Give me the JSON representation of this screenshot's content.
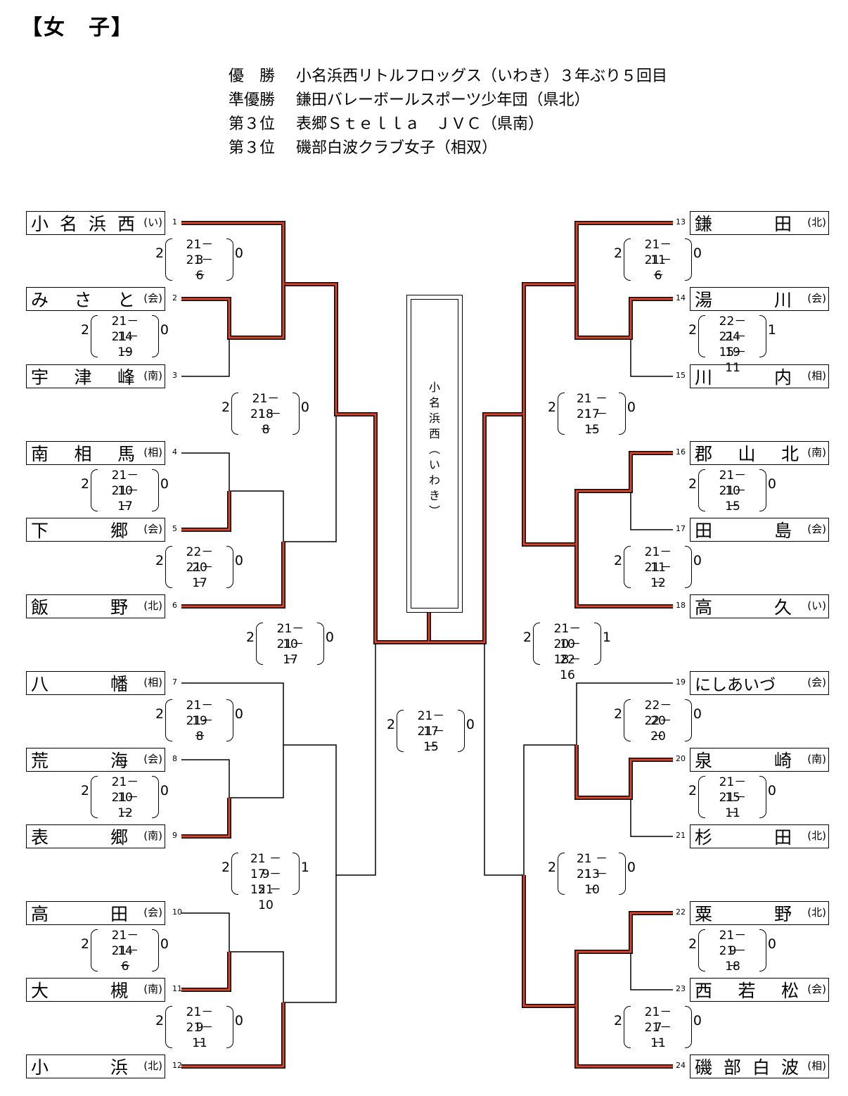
{
  "title": "【女　子】",
  "results": [
    {
      "label": "優　勝",
      "text": "小名浜西リトルフロッグス（いわき）３年ぶり５回目"
    },
    {
      "label": "準優勝",
      "text": "鎌田バレーボールスポーツ少年団（県北）"
    },
    {
      "label": "第３位",
      "text": "表郷Ｓｔｅｌｌａ　ＪＶＣ（県南）"
    },
    {
      "label": "第３位",
      "text": "磯部白波クラブ女子（相双）"
    }
  ],
  "champion": "小名浜西（いわき）",
  "teams": [
    {
      "num": "1",
      "name": "小名浜西",
      "region": "(い)"
    },
    {
      "num": "2",
      "name": "みさと",
      "region": "(会)"
    },
    {
      "num": "3",
      "name": "宇津峰",
      "region": "(南)"
    },
    {
      "num": "4",
      "name": "南相馬",
      "region": "(相)"
    },
    {
      "num": "5",
      "name": "下郷",
      "region": "(会)"
    },
    {
      "num": "6",
      "name": "飯野",
      "region": "(北)"
    },
    {
      "num": "7",
      "name": "八幡",
      "region": "(相)"
    },
    {
      "num": "8",
      "name": "荒海",
      "region": "(会)"
    },
    {
      "num": "9",
      "name": "表郷",
      "region": "(南)"
    },
    {
      "num": "10",
      "name": "高田",
      "region": "(会)"
    },
    {
      "num": "11",
      "name": "大槻",
      "region": "(南)"
    },
    {
      "num": "12",
      "name": "小浜",
      "region": "(北)"
    },
    {
      "num": "13",
      "name": "鎌田",
      "region": "(北)"
    },
    {
      "num": "14",
      "name": "湯川",
      "region": "(会)"
    },
    {
      "num": "15",
      "name": "川内",
      "region": "(相)"
    },
    {
      "num": "16",
      "name": "郡山北",
      "region": "(南)"
    },
    {
      "num": "17",
      "name": "田島",
      "region": "(会)"
    },
    {
      "num": "18",
      "name": "高久",
      "region": "(い)"
    },
    {
      "num": "19",
      "name": "にしあいづ",
      "region": "(会)"
    },
    {
      "num": "20",
      "name": "泉崎",
      "region": "(南)"
    },
    {
      "num": "21",
      "name": "杉田",
      "region": "(北)"
    },
    {
      "num": "22",
      "name": "粟野",
      "region": "(北)"
    },
    {
      "num": "23",
      "name": "西若松",
      "region": "(会)"
    },
    {
      "num": "24",
      "name": "磯部白波",
      "region": "(相)"
    }
  ],
  "scores": [
    {
      "l": "2",
      "r": "0",
      "sets": [
        "21－ 3",
        "21－ 6",
        "－"
      ]
    },
    {
      "l": "2",
      "r": "0",
      "sets": [
        "21－14",
        "21－19",
        "－"
      ]
    },
    {
      "l": "2",
      "r": "0",
      "sets": [
        "21－10",
        "21－17",
        "－"
      ]
    },
    {
      "l": "2",
      "r": "0",
      "sets": [
        "22－20",
        "21－17",
        "－"
      ]
    },
    {
      "l": "2",
      "r": "0",
      "sets": [
        "21－ 18",
        "21 － 8",
        "－"
      ]
    },
    {
      "l": "2",
      "r": "0",
      "sets": [
        "21－10",
        "21－17",
        "－"
      ]
    },
    {
      "l": "2",
      "r": "0",
      "sets": [
        "21－19",
        "21－ 8",
        "－"
      ]
    },
    {
      "l": "2",
      "r": "0",
      "sets": [
        "21－10",
        "21－12",
        "－"
      ]
    },
    {
      "l": "2",
      "r": "0",
      "sets": [
        "21－14",
        "21－ 6",
        "－"
      ]
    },
    {
      "l": "2",
      "r": "0",
      "sets": [
        "21－ 9",
        "21－11",
        "－"
      ]
    },
    {
      "l": "2",
      "r": "1",
      "sets": [
        "21 － 9",
        "17 － 21",
        "15 － 10"
      ]
    },
    {
      "l": "2",
      "r": "0",
      "sets": [
        "21－17",
        "21－15",
        "－"
      ]
    },
    {
      "l": "2",
      "r": "0",
      "sets": [
        "21－11",
        "21－ 6",
        "－"
      ]
    },
    {
      "l": "2",
      "r": "1",
      "sets": [
        "22－24",
        "21－19",
        "15－11"
      ]
    },
    {
      "l": "2",
      "r": "0",
      "sets": [
        "21－10",
        "21－15",
        "－"
      ]
    },
    {
      "l": "2",
      "r": "0",
      "sets": [
        "21－11",
        "21－12",
        "－"
      ]
    },
    {
      "l": "2",
      "r": "0",
      "sets": [
        "21 －17",
        "21 －15",
        "－"
      ]
    },
    {
      "l": "2",
      "r": "1",
      "sets": [
        "21－10",
        "20－22",
        "18－16"
      ]
    },
    {
      "l": "2",
      "r": "0",
      "sets": [
        "22－20",
        "22－20",
        "－"
      ]
    },
    {
      "l": "2",
      "r": "0",
      "sets": [
        "21－15",
        "21－11",
        "－"
      ]
    },
    {
      "l": "2",
      "r": "0",
      "sets": [
        "21－ 9",
        "21－18",
        "－"
      ]
    },
    {
      "l": "2",
      "r": "0",
      "sets": [
        "21－ 7",
        "21－11",
        "－"
      ]
    },
    {
      "l": "2",
      "r": "0",
      "sets": [
        "21 －13",
        "21 －10",
        "－"
      ]
    }
  ],
  "colors": {
    "winner_line": "#d9442a",
    "line": "#000000"
  }
}
